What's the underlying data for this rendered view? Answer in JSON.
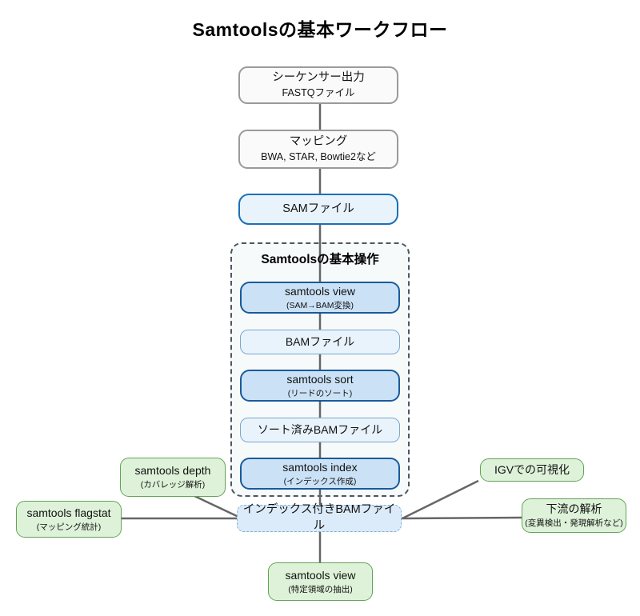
{
  "title": "Samtoolsの基本ワークフロー",
  "container": {
    "title": "Samtoolsの基本操作"
  },
  "nodes": {
    "fastq": {
      "line1": "シーケンサー出力",
      "line2": "FASTQファイル"
    },
    "mapping": {
      "line1": "マッピング",
      "line2": "BWA, STAR, Bowtie2など"
    },
    "sam": {
      "label": "SAMファイル"
    },
    "view": {
      "line1": "samtools view",
      "line2": "(SAM→BAM変換)"
    },
    "bam": {
      "label": "BAMファイル"
    },
    "sort": {
      "line1": "samtools sort",
      "line2": "(リードのソート)"
    },
    "sorted_bam": {
      "label": "ソート済みBAMファイル"
    },
    "index": {
      "line1": "samtools index",
      "line2": "(インデックス作成)"
    },
    "indexed_bam": {
      "label": "インデックス付きBAMファイル"
    },
    "depth": {
      "line1": "samtools depth",
      "line2": "(カバレッジ解析)"
    },
    "flagstat": {
      "line1": "samtools flagstat",
      "line2": "(マッピング統計)"
    },
    "igv": {
      "label": "IGVでの可視化"
    },
    "downstream": {
      "line1": "下流の解析",
      "line2": "(変異検出・発現解析など)"
    },
    "view_region": {
      "line1": "samtools view",
      "line2": "(特定領域の抽出)"
    }
  },
  "colors": {
    "command_fill": "#cbe2f6",
    "command_border": "#1a5a9a",
    "file_fill": "#e9f3fc",
    "file_border": "#7aa7cf",
    "green_fill": "#def2d9",
    "green_border": "#63a356",
    "gray_border": "#9a9a9a",
    "connector": "#666666",
    "container_border": "#4d5760"
  }
}
